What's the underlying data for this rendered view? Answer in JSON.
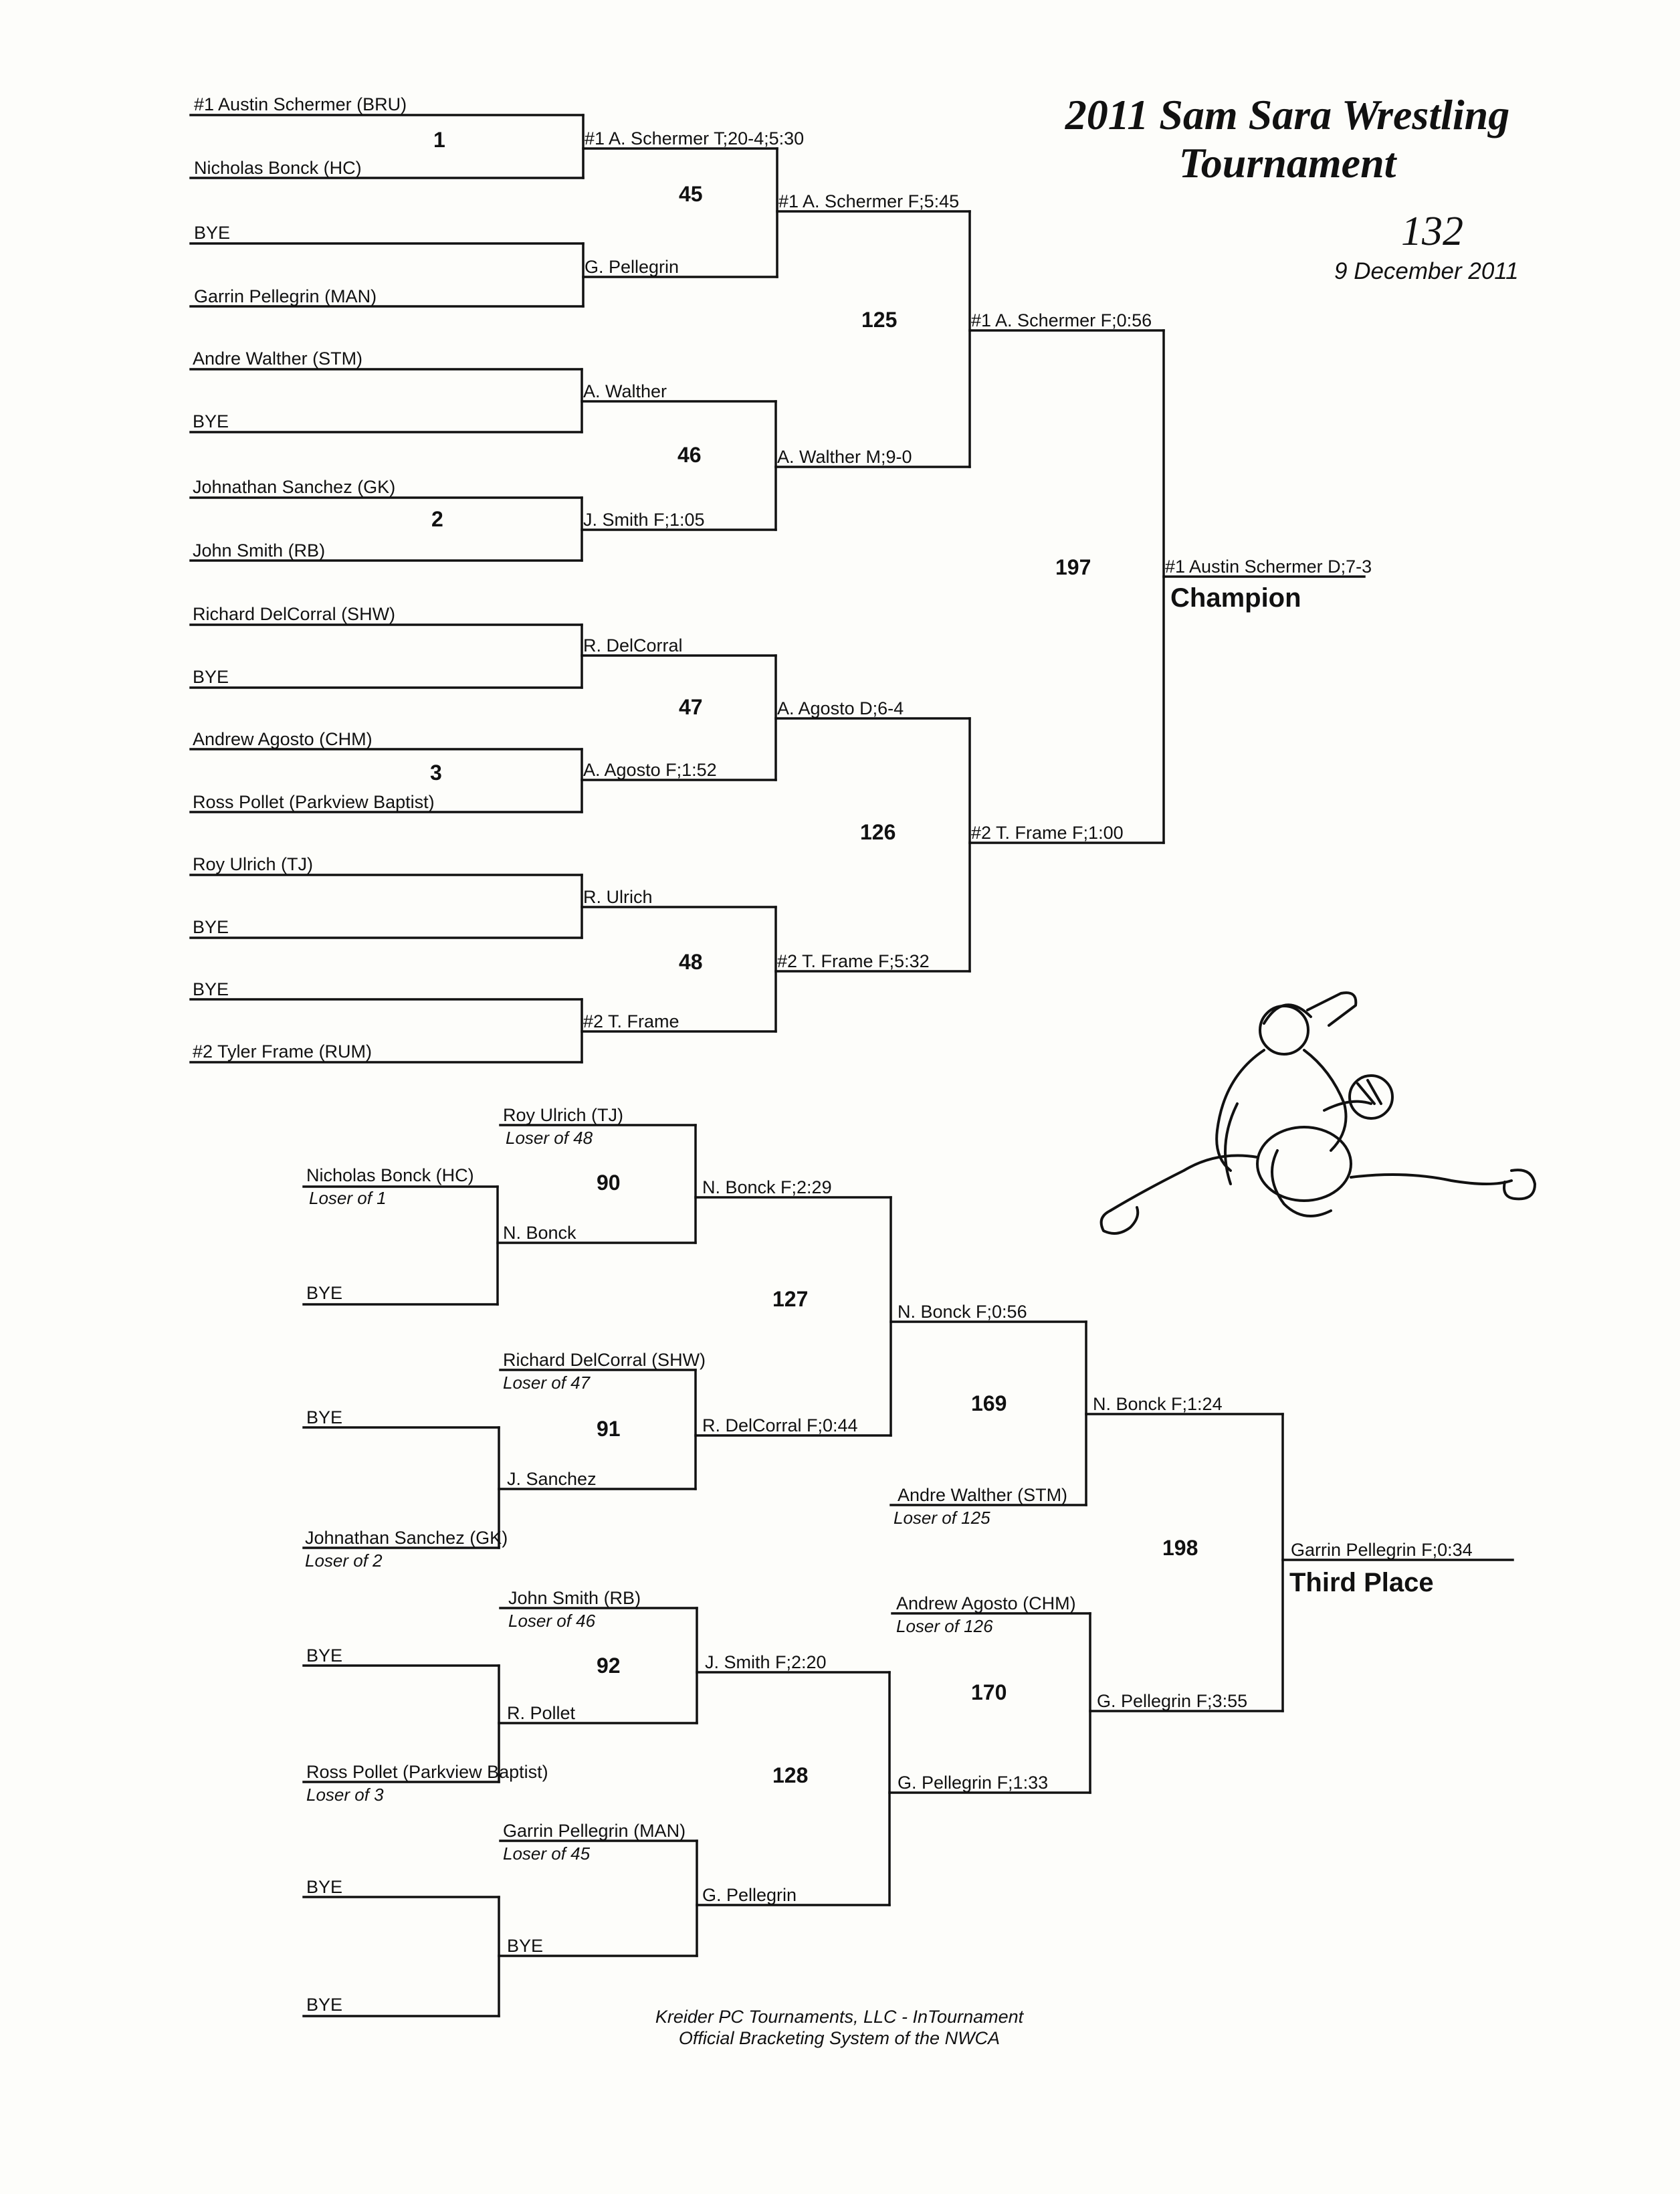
{
  "header": {
    "title_line1": "2011 Sam Sara Wrestling",
    "title_line2": "Tournament",
    "weight": "132",
    "date": "9 December 2011"
  },
  "championship": {
    "entries": [
      "#1 Austin Schermer (BRU)",
      "Nicholas Bonck (HC)",
      "BYE",
      "Garrin Pellegrin (MAN)",
      "Andre Walther (STM)",
      "BYE",
      "Johnathan Sanchez (GK)",
      "John Smith (RB)",
      "Richard DelCorral (SHW)",
      "BYE",
      "Andrew Agosto (CHM)",
      "Ross Pollet (Parkview Baptist)",
      "Roy Ulrich (TJ)",
      "BYE",
      "BYE",
      "#2 Tyler Frame (RUM)"
    ],
    "r1_bouts": [
      "1",
      "2",
      "3"
    ],
    "r2_results": [
      "#1 A. Schermer T;20-4;5:30",
      "G. Pellegrin",
      "A. Walther",
      "J. Smith F;1:05",
      "R. DelCorral",
      "A. Agosto F;1:52",
      "R. Ulrich",
      "#2 T. Frame"
    ],
    "r2_bouts": [
      "45",
      "46",
      "47",
      "48"
    ],
    "r3_results": [
      "#1 A. Schermer F;5:45",
      "A. Walther M;9-0",
      "A. Agosto D;6-4",
      "#2 T. Frame F;5:32"
    ],
    "r3_bouts": [
      "125",
      "126"
    ],
    "r4_results": [
      "#1 A. Schermer F;0:56",
      "#2 T. Frame F;1:00"
    ],
    "final_bout": "197",
    "champion_result": "#1 Austin Schermer D;7-3",
    "champion_label": "Champion"
  },
  "consolation": {
    "top_entries": [
      {
        "name": "Roy Ulrich (TJ)",
        "loser_of": "Loser of  48"
      },
      {
        "name": "Richard DelCorral (SHW)",
        "loser_of": "Loser of  47"
      },
      {
        "name": "John Smith (RB)",
        "loser_of": "Loser of  46"
      },
      {
        "name": "Garrin Pellegrin (MAN)",
        "loser_of": "Loser of  45"
      }
    ],
    "side_entries": [
      {
        "name": "Nicholas Bonck (HC)",
        "loser_of": "Loser of  1"
      },
      {
        "name": "BYE",
        "loser_of": ""
      },
      {
        "name": "BYE",
        "loser_of": ""
      },
      {
        "name": "Johnathan Sanchez (GK)",
        "loser_of": "Loser of  2"
      },
      {
        "name": "BYE",
        "loser_of": ""
      },
      {
        "name": "Ross Pollet (Parkview Baptist)",
        "loser_of": "Loser of  3"
      },
      {
        "name": "BYE",
        "loser_of": ""
      },
      {
        "name": "BYE",
        "loser_of": ""
      }
    ],
    "c1_bouts": [
      "90",
      "91",
      "92"
    ],
    "c1_results": [
      "N. Bonck",
      "J. Sanchez",
      "R. Pollet",
      "BYE"
    ],
    "c2_results": [
      "N. Bonck F;2:29",
      "R. DelCorral F;0:44",
      "J. Smith F;2:20",
      "G. Pellegrin"
    ],
    "c2_bouts": [
      "127",
      "128"
    ],
    "c3_results": [
      "N. Bonck F;0:56",
      "G. Pellegrin F;1:33"
    ],
    "c3_entries": [
      {
        "name": "Andre Walther (STM)",
        "loser_of": "Loser of  125"
      },
      {
        "name": "Andrew Agosto (CHM)",
        "loser_of": "Loser of  126"
      }
    ],
    "c3_bouts": [
      "169",
      "170"
    ],
    "c4_results": [
      "N. Bonck F;1:24",
      "G. Pellegrin F;3:55"
    ],
    "third_bout": "198",
    "third_result": "Garrin Pellegrin F;0:34",
    "third_label": "Third Place"
  },
  "footer": {
    "line1": "Kreider PC Tournaments, LLC - InTournament",
    "line2": "Official Bracketing System of the NWCA"
  }
}
